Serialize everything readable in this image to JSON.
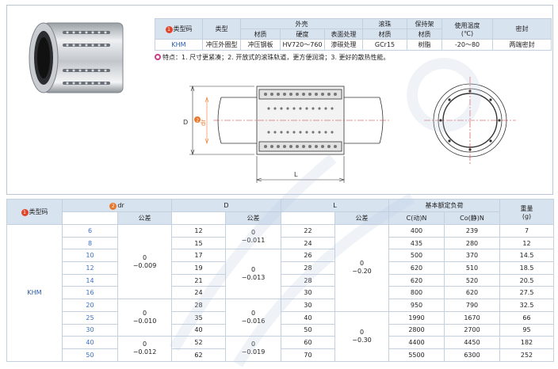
{
  "spec": {
    "headers": {
      "type_code": "类型码",
      "type_code_badge": "1",
      "type": "类型",
      "shell": "外壳",
      "ball": "滚珠",
      "cage": "保持架",
      "temp": "使用温度",
      "temp_unit": "(℃)",
      "seal": "密封",
      "material": "材质",
      "hardness": "硬度",
      "surface": "表面处理",
      "ball_material": "材质",
      "cage_material": "材质"
    },
    "row": {
      "code": "KHM",
      "type": "冲压外圈型",
      "material": "冲压钢板",
      "hardness": "HV720～760",
      "surface": "渗碳处理",
      "ball": "GCr15",
      "cage": "树脂",
      "temp": "-20～80",
      "seal": "两端密封"
    }
  },
  "features_text": "特点：1. 尺寸更紧凑；2. 开放式的滚珠轨道，更方便润滑；3. 更好的散热性能。",
  "drawing_labels": {
    "d": "D",
    "dr": "dr",
    "dr_badge": "2",
    "l": "L"
  },
  "table": {
    "headers": {
      "type_code": "类型码",
      "type_code_badge": "1",
      "dr": "dr",
      "dr_badge": "2",
      "d": "D",
      "l": "L",
      "load": "基本额定负荷",
      "weight": "重量",
      "weight_unit": "(g)",
      "tolerance_dr": "公差",
      "tolerance_d": "公差",
      "tolerance_l": "公差",
      "c_dynamic": "C(动)N",
      "co_static": "Co(静)N"
    },
    "code": "KHM",
    "dr_tolerances": [
      {
        "upper": "0",
        "lower": "−0.009"
      },
      {
        "upper": "0",
        "lower": "−0.010"
      },
      {
        "upper": "0",
        "lower": "−0.012"
      }
    ],
    "d_tolerances": [
      {
        "upper": "0",
        "lower": "−0.011"
      },
      {
        "upper": "0",
        "lower": "−0.013"
      },
      {
        "upper": "0",
        "lower": "−0.016"
      },
      {
        "upper": "0",
        "lower": "−0.019"
      }
    ],
    "l_tolerances": [
      {
        "upper": "0",
        "lower": "−0.20"
      },
      {
        "upper": "0",
        "lower": "−0.30"
      }
    ],
    "rows": [
      {
        "dr": "6",
        "d": "12",
        "l": "22",
        "c": "400",
        "co": "239",
        "w": "7"
      },
      {
        "dr": "8",
        "d": "15",
        "l": "24",
        "c": "435",
        "co": "280",
        "w": "12"
      },
      {
        "dr": "10",
        "d": "17",
        "l": "26",
        "c": "500",
        "co": "370",
        "w": "14.5"
      },
      {
        "dr": "12",
        "d": "19",
        "l": "28",
        "c": "620",
        "co": "510",
        "w": "18.5"
      },
      {
        "dr": "14",
        "d": "21",
        "l": "28",
        "c": "620",
        "co": "520",
        "w": "20.5"
      },
      {
        "dr": "16",
        "d": "24",
        "l": "30",
        "c": "800",
        "co": "620",
        "w": "27.5"
      },
      {
        "dr": "20",
        "d": "28",
        "l": "30",
        "c": "950",
        "co": "790",
        "w": "32.5"
      },
      {
        "dr": "25",
        "d": "35",
        "l": "40",
        "c": "1990",
        "co": "1670",
        "w": "66"
      },
      {
        "dr": "30",
        "d": "40",
        "l": "50",
        "c": "2800",
        "co": "2700",
        "w": "95"
      },
      {
        "dr": "40",
        "d": "52",
        "l": "60",
        "c": "4400",
        "co": "4450",
        "w": "182"
      },
      {
        "dr": "50",
        "d": "62",
        "l": "70",
        "c": "5500",
        "co": "6300",
        "w": "252"
      }
    ]
  },
  "colors": {
    "header_bg": "#d8e3f0",
    "border": "#c5d0de",
    "code_blue": "#2a5aa8",
    "badge_red": "#e0452a",
    "badge_orange": "#e8772c",
    "feature_marker": "#d23a8a"
  }
}
